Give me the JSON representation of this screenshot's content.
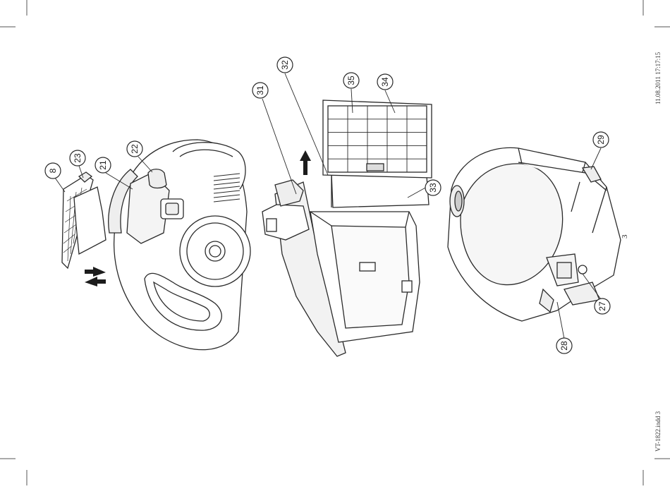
{
  "document": {
    "file_label": "VT-1822.indd   3",
    "timestamp": "11.08.2011   17:17:15",
    "page_number": "3"
  },
  "callouts": [
    {
      "id": "c8",
      "label": "8"
    },
    {
      "id": "c23",
      "label": "23"
    },
    {
      "id": "c21",
      "label": "21"
    },
    {
      "id": "c22",
      "label": "22"
    },
    {
      "id": "c31",
      "label": "31"
    },
    {
      "id": "c32",
      "label": "32"
    },
    {
      "id": "c35",
      "label": "35"
    },
    {
      "id": "c34",
      "label": "34"
    },
    {
      "id": "c33",
      "label": "33"
    },
    {
      "id": "c29",
      "label": "29"
    },
    {
      "id": "c27",
      "label": "27"
    },
    {
      "id": "c28",
      "label": "28"
    }
  ],
  "colors": {
    "line": "#2a2a2a",
    "fill": "#ffffff",
    "shade": "#e6e6e6"
  }
}
